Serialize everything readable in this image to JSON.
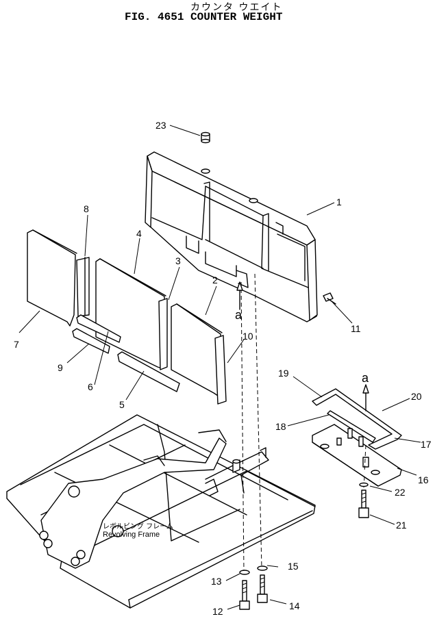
{
  "title": {
    "kana": "カウンタ ウエイト",
    "main": "FIG. 4651  COUNTER WEIGHT"
  },
  "frame_label": {
    "kana": "レボルビング フレーム",
    "english": "Revolving Frame"
  },
  "view_marks": {
    "a_left": "a",
    "a_right": "a"
  },
  "callouts": {
    "c1": "1",
    "c2": "2",
    "c3": "3",
    "c4": "4",
    "c5": "5",
    "c6": "6",
    "c7": "7",
    "c8": "8",
    "c9": "9",
    "c10": "10",
    "c11": "11",
    "c12": "12",
    "c13": "13",
    "c14": "14",
    "c15": "15",
    "c16": "16",
    "c17": "17",
    "c18": "18",
    "c19": "19",
    "c20": "20",
    "c21": "21",
    "c22": "22",
    "c23": "23"
  }
}
